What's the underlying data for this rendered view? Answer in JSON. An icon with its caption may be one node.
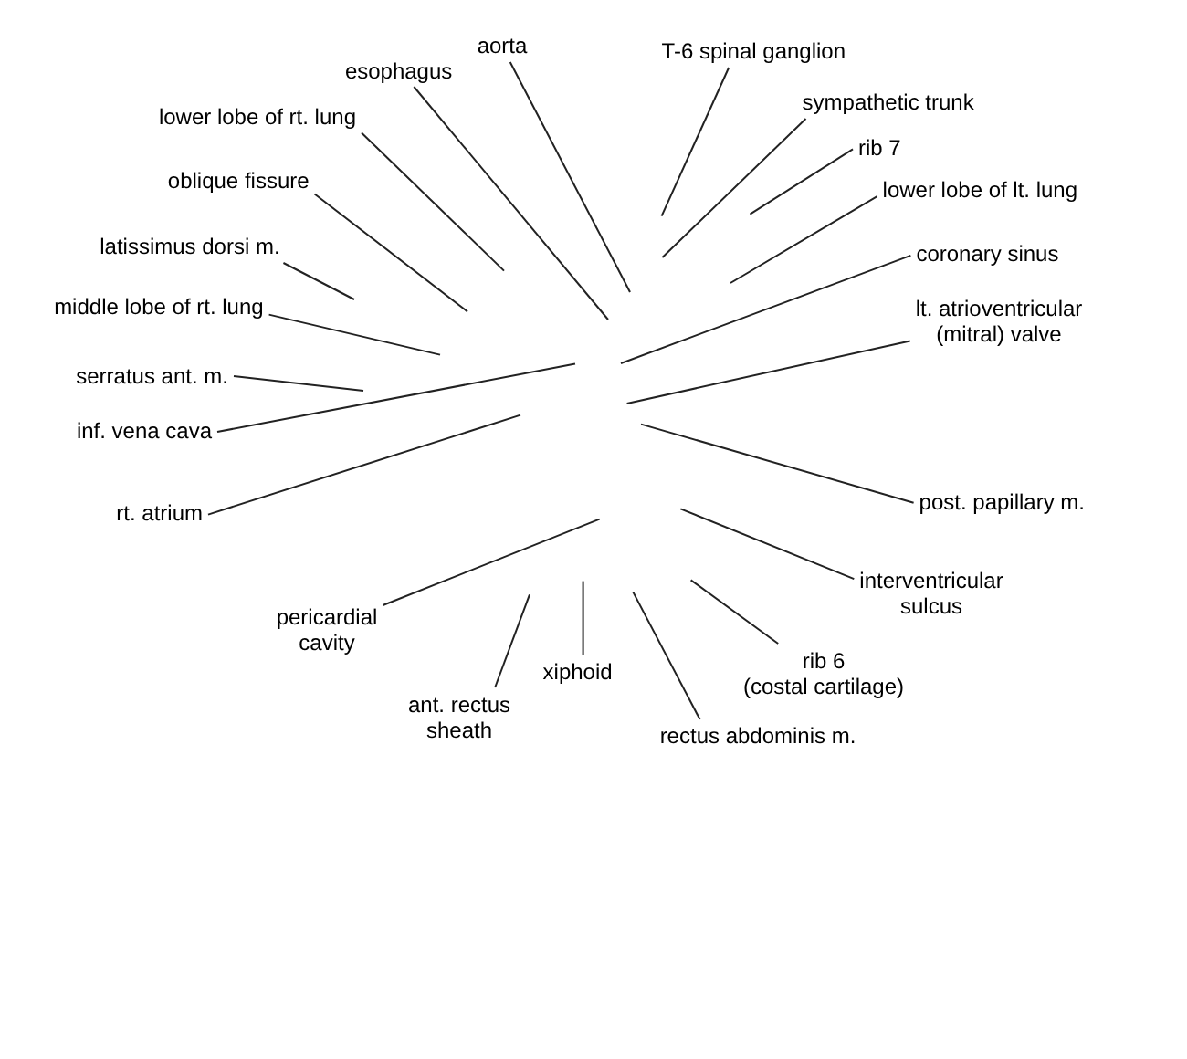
{
  "diagram": {
    "nodes": [
      {
        "text": [
          "aorta"
        ]
      },
      {
        "text": [
          "T-6 spinal ganglion"
        ]
      },
      {
        "text": [
          "esophagus"
        ]
      },
      {
        "text": [
          "sympathetic trunk"
        ]
      },
      {
        "text": [
          "lower lobe of rt. lung"
        ]
      },
      {
        "text": [
          "rib 7"
        ]
      },
      {
        "text": [
          "oblique fissure"
        ]
      },
      {
        "text": [
          "lower lobe of lt. lung"
        ]
      },
      {
        "text": [
          "latissimus dorsi m."
        ]
      },
      {
        "text": [
          "coronary sinus"
        ]
      },
      {
        "text": [
          "middle lobe of rt. lung"
        ]
      },
      {
        "text": [
          "lt. atrioventricular (mitral) valve"
        ]
      },
      {
        "text": [
          "serratus ant. m."
        ]
      },
      {
        "text": [
          "inf. vena cava"
        ]
      },
      {
        "text": [
          "post. papillary m."
        ]
      },
      {
        "text": [
          "rt. atrium"
        ]
      },
      {
        "text": [
          "interventricular sulcus"
        ]
      },
      {
        "text": [
          "pericardial cavity"
        ]
      },
      {
        "text": [
          "rib 6 (costal cartilage)"
        ]
      },
      {
        "text": [
          "xiphoid"
        ]
      },
      {
        "text": [
          "ant. rectus sheath"
        ]
      },
      {
        "text": [
          "rectus abdominis m."
        ]
      }
    ],
    "edges": [
      {
        "from": 0,
        "to": null,
        "arrow": "none"
      },
      {
        "from": 1,
        "to": null,
        "arrow": "none"
      },
      {
        "from": 2,
        "to": null,
        "arrow": "none"
      },
      {
        "from": 3,
        "to": null,
        "arrow": "none"
      },
      {
        "from": 4,
        "to": null,
        "arrow": "none"
      },
      {
        "from": 5,
        "to": null,
        "arrow": "none"
      },
      {
        "from": 6,
        "to": null,
        "arrow": "none"
      },
      {
        "from": 7,
        "to": null,
        "arrow": "none"
      },
      {
        "from": 8,
        "to": null,
        "arrow": "none"
      },
      {
        "from": 9,
        "to": null,
        "arrow": "none"
      },
      {
        "from": 10,
        "to": null,
        "arrow": "none"
      },
      {
        "from": 11,
        "to": null,
        "arrow": "none"
      },
      {
        "from": 12,
        "to": null,
        "arrow": "none"
      },
      {
        "from": 13,
        "to": null,
        "arrow": "none"
      },
      {
        "from": 14,
        "to": null,
        "arrow": "none"
      },
      {
        "from": 15,
        "to": null,
        "arrow": "none"
      },
      {
        "from": 16,
        "to": null,
        "arrow": "none"
      },
      {
        "from": 17,
        "to": null,
        "arrow": "none"
      },
      {
        "from": 18,
        "to": null,
        "arrow": "none"
      },
      {
        "from": 19,
        "to": null,
        "arrow": "none"
      },
      {
        "from": 20,
        "to": null,
        "arrow": "none"
      },
      {
        "from": 21,
        "to": null,
        "arrow": "none"
      }
    ]
  }
}
